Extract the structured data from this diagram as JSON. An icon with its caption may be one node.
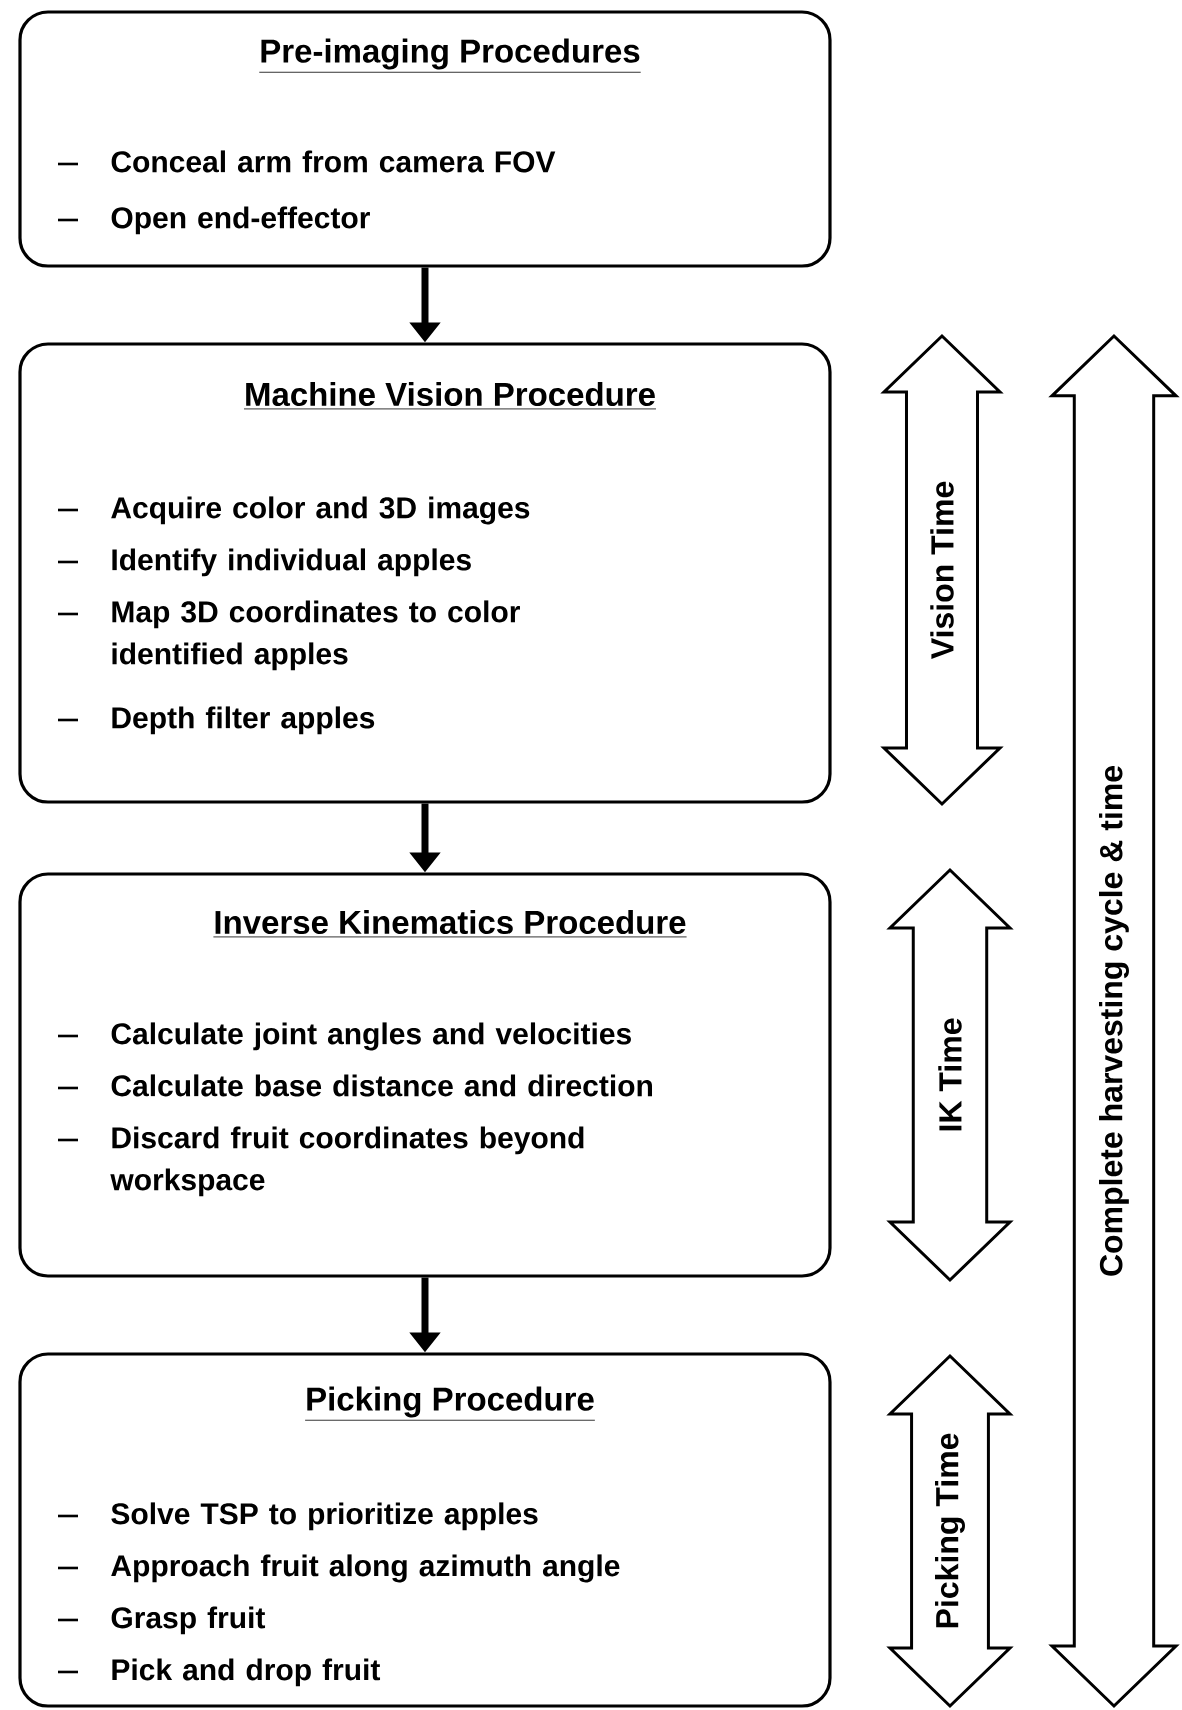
{
  "diagram": {
    "nodes": [
      {
        "text": [
          "Pre-imaging Procedures",
          "Conceal arm from camera FOV",
          "Open end-effector"
        ]
      },
      {
        "text": [
          "Machine Vision Procedure",
          "Acquire color and 3D images",
          "Identify individual apples",
          "Map 3D coordinates to color identified apples",
          "Depth filter apples"
        ]
      },
      {
        "text": [
          "Inverse Kinematics Procedure",
          "Calculate joint angles and velocities",
          "Calculate base distance and direction",
          "Discard fruit coordinates beyond workspace"
        ]
      },
      {
        "text": [
          "Picking Procedure",
          "Solve TSP to prioritize apples",
          "Approach fruit along azimuth angle",
          "Grasp fruit",
          "Pick and drop fruit"
        ]
      },
      {
        "text": [
          "Vision Time"
        ]
      },
      {
        "text": [
          "IK Time"
        ]
      },
      {
        "text": [
          "Picking Time"
        ]
      },
      {
        "text": [
          "Complete harvesting cycle & time"
        ]
      }
    ],
    "edges": [
      {
        "from": 0,
        "to": 1,
        "arrow": "to"
      },
      {
        "from": 1,
        "to": 2,
        "arrow": "to"
      },
      {
        "from": 2,
        "to": 3,
        "arrow": "to"
      }
    ]
  }
}
